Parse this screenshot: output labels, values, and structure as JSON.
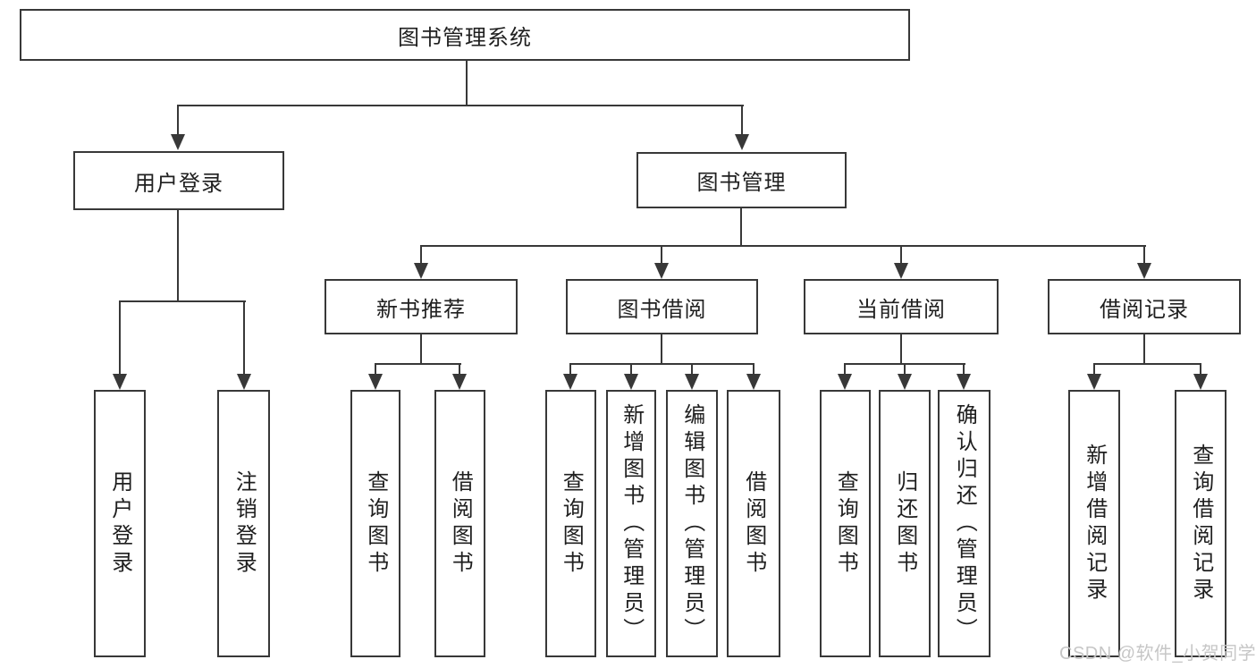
{
  "colors": {
    "line": "#383838",
    "text": "#1f1f1f",
    "box_bg": "#ffffff",
    "watermark": "#c6c6c6"
  },
  "root": {
    "label": "图书管理系统"
  },
  "level2": {
    "user_login": {
      "label": "用户登录"
    },
    "book_mgmt": {
      "label": "图书管理"
    }
  },
  "level3": {
    "new_books": {
      "label": "新书推荐"
    },
    "borrowing": {
      "label": "图书借阅"
    },
    "current": {
      "label": "当前借阅"
    },
    "records": {
      "label": "借阅记录"
    }
  },
  "leaves": {
    "user_login": {
      "label": "用户登录"
    },
    "logout": {
      "label": "注销登录"
    },
    "nb_query": {
      "label": "查询图书"
    },
    "nb_borrow": {
      "label": "借阅图书"
    },
    "bw_query": {
      "label": "查询图书"
    },
    "bw_add": {
      "label": "新增图书（管理员）"
    },
    "bw_edit": {
      "label": "编辑图书（管理员）"
    },
    "bw_borrow": {
      "label": "借阅图书"
    },
    "cur_query": {
      "label": "查询图书"
    },
    "cur_return": {
      "label": "归还图书"
    },
    "cur_confirm": {
      "label": "确认归还（管理员）"
    },
    "rec_add": {
      "label": "新增借阅记录"
    },
    "rec_query": {
      "label": "查询借阅记录"
    }
  },
  "watermark": {
    "text": "CSDN @软件_小贺同学"
  }
}
